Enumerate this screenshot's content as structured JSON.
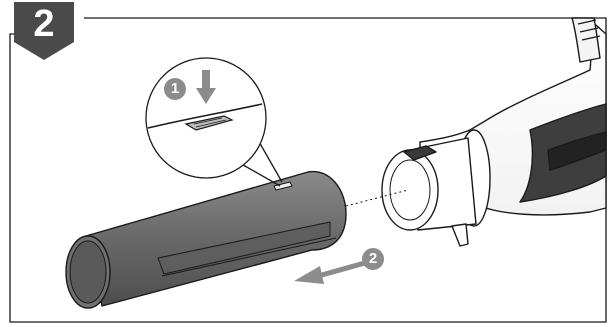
{
  "step": {
    "number": "2"
  },
  "callouts": [
    {
      "number": "1",
      "meaning": "press-release-tab"
    },
    {
      "number": "2",
      "meaning": "pull-nozzle-off"
    }
  ],
  "colors": {
    "badge": "#4a4a4a",
    "tube_dark": "#5c5c5c",
    "tube_mid": "#7a7a7a",
    "callout_circle": "#8c8c8c",
    "line": "#1a1a1a"
  }
}
